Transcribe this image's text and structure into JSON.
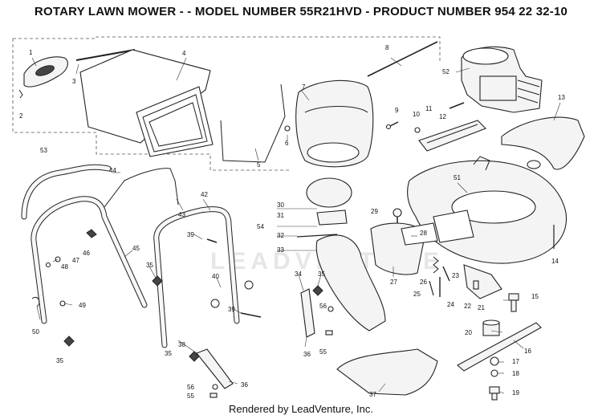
{
  "title": "ROTARY LAWN MOWER - - MODEL NUMBER 55R21HVD - PRODUCT NUMBER 954 22 32-10",
  "footer": "Rendered by LeadVenture, Inc.",
  "watermark": "LEADVENTURE",
  "callouts": {
    "c1": "1",
    "c2": "2",
    "c3": "3",
    "c4": "4",
    "c5": "5",
    "c6": "6",
    "c7": "7",
    "c8": "8",
    "c9": "9",
    "c10": "10",
    "c11": "11",
    "c12": "12",
    "c13": "13",
    "c14": "14",
    "c15": "15",
    "c16": "16",
    "c17": "17",
    "c18": "18",
    "c19": "19",
    "c20": "20",
    "c21": "21",
    "c22": "22",
    "c23": "23",
    "c24": "24",
    "c25": "25",
    "c26": "26",
    "c27": "27",
    "c28": "28",
    "c29": "29",
    "c30": "30",
    "c31": "31",
    "c32": "32",
    "c33": "33",
    "c34": "34",
    "c35a": "35",
    "c35b": "35",
    "c35c": "35",
    "c35d": "35",
    "c36a": "36",
    "c36b": "36",
    "c37": "37",
    "c38": "38",
    "c39a": "39",
    "c39b": "39",
    "c40": "40",
    "c42": "42",
    "c43": "43",
    "c44": "44",
    "c45": "45",
    "c46": "46",
    "c47": "47",
    "c48": "48",
    "c49": "49",
    "c50": "50",
    "c51": "51",
    "c52": "52",
    "c53": "53",
    "c54": "54",
    "c55a": "55",
    "c55b": "55",
    "c56a": "56",
    "c56b": "56"
  }
}
